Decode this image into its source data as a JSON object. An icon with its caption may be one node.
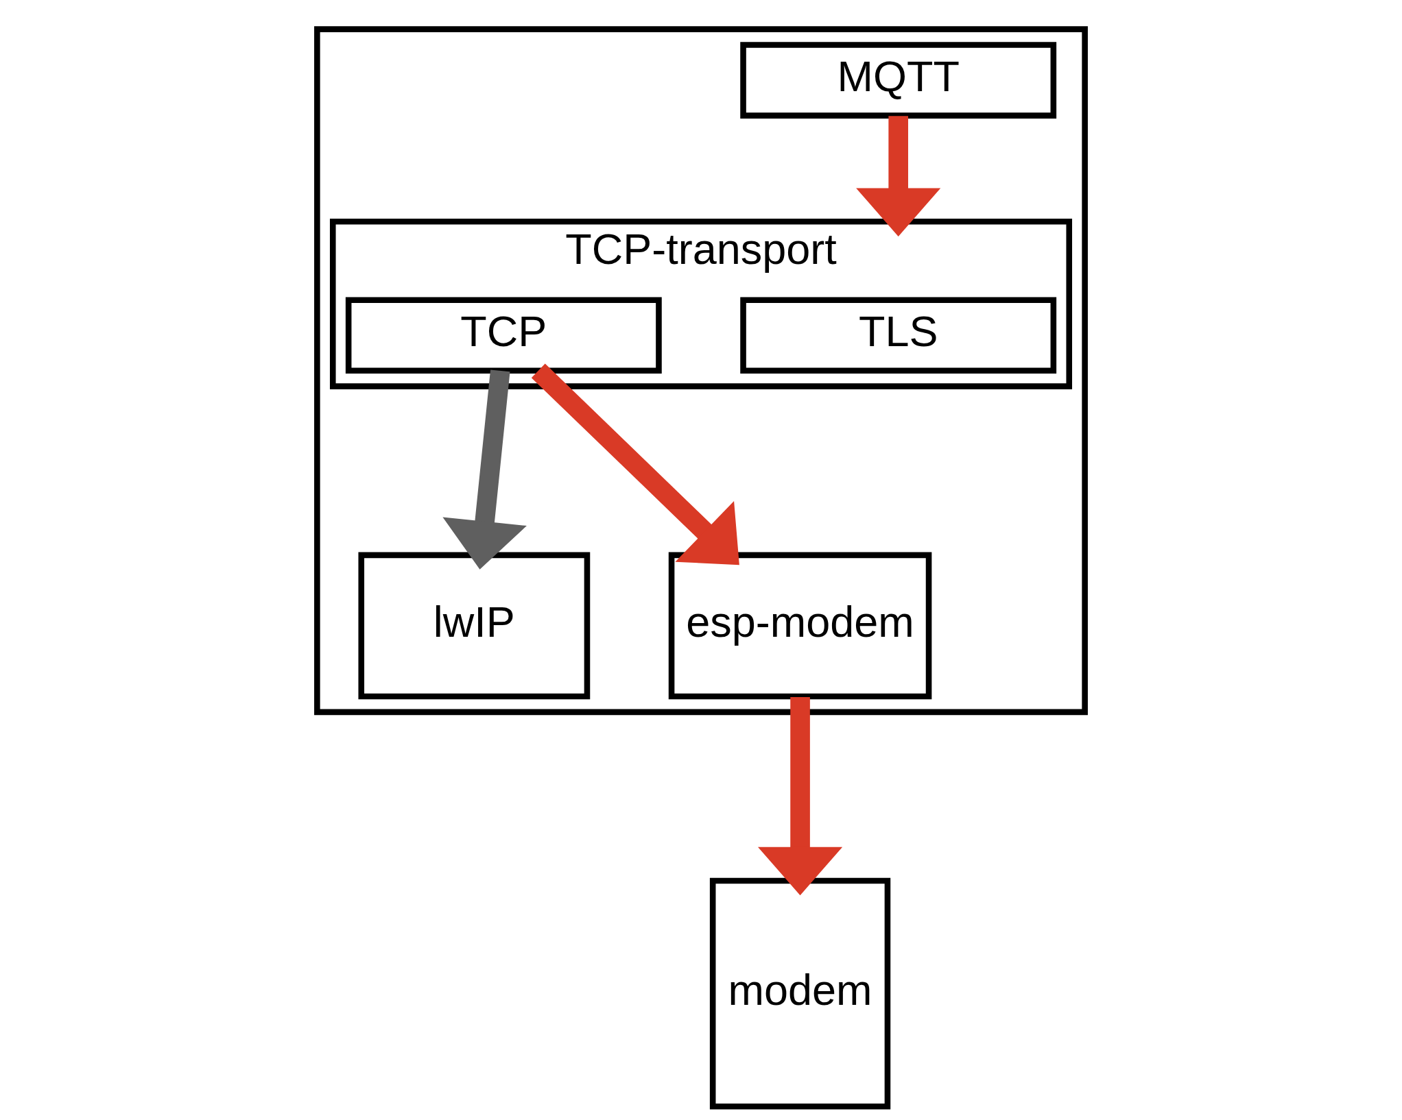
{
  "diagram": {
    "nodes": [
      {
        "text": [],
        "shape": "box"
      },
      {
        "text": [
          "MQTT"
        ],
        "in": 0
      },
      {
        "text": [
          "TCP-transport"
        ],
        "in": 0
      },
      {
        "text": [
          "TLS"
        ],
        "in": 2
      },
      {
        "text": [
          "TCP"
        ],
        "in": 2
      },
      {
        "text": [
          "lwIP"
        ],
        "in": 0
      },
      {
        "text": [
          "esp-modem"
        ],
        "in": 0
      },
      {
        "text": [
          "modem"
        ]
      }
    ],
    "edges": [
      {
        "from": 1,
        "to": 2,
        "arrow": "to"
      },
      {
        "from": 4,
        "to": 5,
        "arrow": "to",
        "color": "#5f5f5f"
      },
      {
        "from": 4,
        "to": 6,
        "arrow": "to"
      },
      {
        "from": 6,
        "to": 7,
        "arrow": "to"
      }
    ]
  }
}
